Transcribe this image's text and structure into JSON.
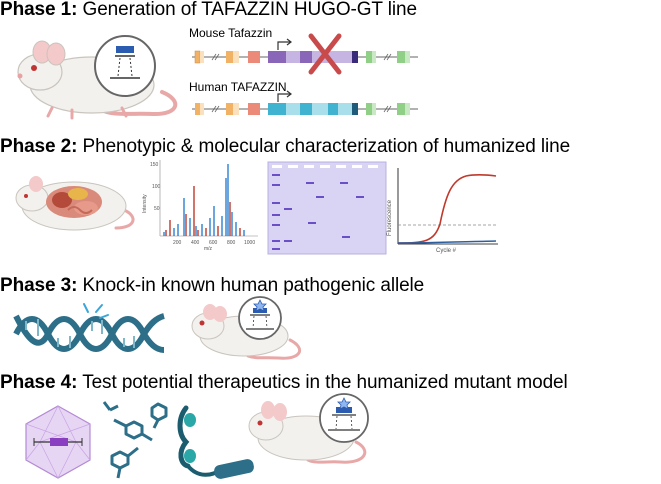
{
  "phases": [
    {
      "label": "Phase 1:",
      "text": " Generation of TAFAZZIN HUGO-GT line"
    },
    {
      "label": "Phase 2:",
      "text": " Phenotypic & molecular characterization of humanized line"
    },
    {
      "label": "Phase 3:",
      "text": " Knock-in known human pathogenic allele"
    },
    {
      "label": "Phase 4:",
      "text": " Test potential therapeutics in the humanized mutant model"
    }
  ],
  "genes": {
    "mouse_label": "Mouse Tafazzin",
    "human_label": "Human TAFAZZIN"
  },
  "mass_spec": {
    "ylabel": "Intensity",
    "xlabel": "m/z",
    "yticks": [
      "150",
      "100",
      "50"
    ],
    "xticks": [
      "200",
      "400",
      "600",
      "800",
      "1000"
    ]
  },
  "qpcr": {
    "ylabel": "Fluorescence",
    "xlabel": "Cycle #"
  },
  "colors": {
    "exon_orange": "#f2b266",
    "exon_salmon": "#ec8a7a",
    "mouse_purple": "#8a66b8",
    "human_cyan": "#7fd0e0",
    "green": "#8fcf86",
    "red_x": "#c94a4a",
    "gel_bg": "#d9d4f3",
    "teal": "#2d6e88"
  }
}
